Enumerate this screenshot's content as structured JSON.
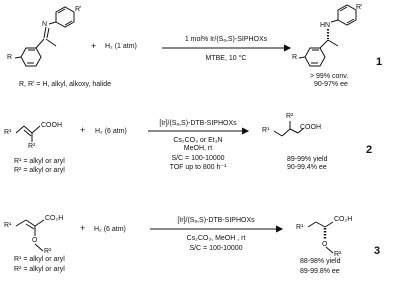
{
  "reaction1": {
    "reactant_n": "N",
    "reactant_r": "R",
    "reactant_rprime": "R'",
    "plus": "+",
    "h2": "H₂ (1 atm)",
    "catalyst": "1 mol% Ir/(Sₐ,S)-SIPHOXs",
    "conditions": "MTBE, 10 °C",
    "product_nh": "HN",
    "product_rprime": "R'",
    "product_r": "R",
    "result_conv": "> 99% conv.",
    "result_ee": "90-97% ee",
    "substituents": "R, R' = H, alkyl, alkoxy, halide",
    "number": "1"
  },
  "reaction2": {
    "reactant_cooh": "COOH",
    "reactant_r1": "R¹",
    "reactant_r2": "R²",
    "plus": "+",
    "h2": "H₂ (6 atm)",
    "catalyst": "[Ir]/(Sₐ,S)-DTB-SIPHOXs",
    "base": "Cs₂CO₃ or Et₃N",
    "solvent": "MeOH, rt",
    "sc": "S/C = 100-10000",
    "tof": "TOF up to 800 h⁻¹",
    "product_cooh": "COOH",
    "product_r1": "R¹",
    "product_r2": "R²",
    "result_yield": "89-99% yield",
    "result_ee": "90-99.4% ee",
    "r1_def": "R¹ = alkyl or aryl",
    "r2_def": "R² = alkyl or aryl",
    "number": "2"
  },
  "reaction3": {
    "reactant_co2h": "CO₂H",
    "reactant_r1": "R¹",
    "reactant_o": "O",
    "reactant_r2": "R²",
    "plus": "+",
    "h2": "H₂ (6 atm)",
    "catalyst": "[Ir]/(Sₐ,S)-DTB-SIPHOXs",
    "conditions": "Cs₂CO₃, MeOH , rt",
    "sc": "S/C = 100-10000",
    "product_co2h": "CO₂H",
    "product_r1": "R¹",
    "product_o": "O",
    "product_r2": "R²",
    "result_yield": "88-98% yield",
    "result_ee": "89-99.8% ee",
    "r1_def": "R¹ = alkyl or aryl",
    "r2_def": "R² = alkyl or aryl",
    "number": "3"
  }
}
